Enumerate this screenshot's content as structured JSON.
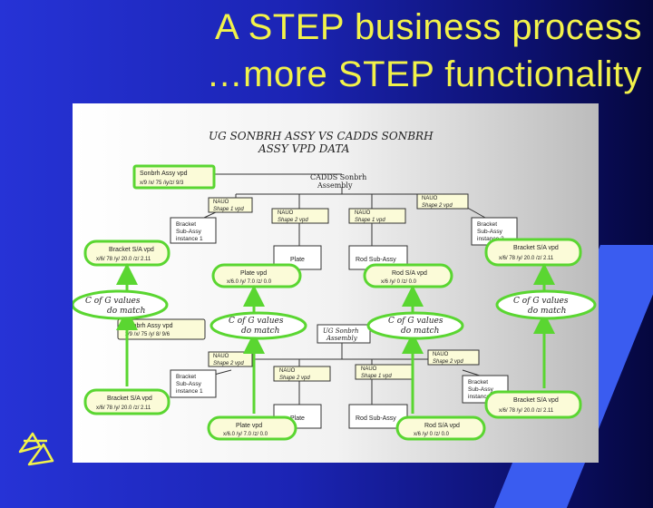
{
  "slide": {
    "title_line1": "A STEP business process",
    "title_line2": "…more STEP functionality",
    "title_color": "#f2f24a",
    "accent_green": "#5ad631",
    "node_fill": "#fbfbd8"
  },
  "diagram": {
    "heading_line1": "UG SONBRH ASSY VS CADDS SONBRH",
    "heading_line2": "ASSY VPD DATA",
    "notes": {
      "left": [
        "C of G values",
        "do match"
      ],
      "mid_left": [
        "C of G values",
        "do match"
      ],
      "mid_right": [
        "C of G values",
        "do match"
      ],
      "right": [
        "C of G values",
        "do match"
      ]
    },
    "top": {
      "assembly": [
        "CADDS Sonbrh",
        "Assembly"
      ],
      "vpd_top_left": [
        "Sonbrh Assy vpd",
        "x/9 /x/ 75 /iy/z/ 9/3"
      ],
      "bracket_subassy": [
        "Bracket",
        "Sub-Assy",
        "instance 1"
      ],
      "bracket_vpd_left": [
        "Bracket S/A vpd",
        "x/6/ 78 /y/ 20.0 /z/ 2.11"
      ],
      "plate": "Plate",
      "plate_vpd": [
        "Plate vpd",
        "x/6.0 /y/ 7.0 /z/ 0.0"
      ],
      "rod_subassy": "Rod Sub-Assy",
      "rod_vpd": [
        "Rod S/A vpd",
        "x/6 /y/ 0 /z/ 0.0"
      ],
      "bracket_subassy_right": [
        "Bracket",
        "Sub-Assy",
        "instance 2"
      ],
      "bracket_vpd_right": [
        "Bracket S/A vpd",
        "x/6/ 78 /y/ 20.0 /z/ 2.11"
      ]
    },
    "bottom": {
      "assembly": [
        "UG Sonbrh",
        "Assembly"
      ],
      "vpd_top_left": [
        "Sonbrh Assy vpd",
        "x/9 /x/ 75 /y/ 8/ 9/6"
      ],
      "bracket_subassy": [
        "Bracket",
        "Sub-Assy",
        "instance 1"
      ],
      "bracket_vpd_left": [
        "Bracket S/A vpd",
        "x/6/ 78 /y/ 20.0 /z/ 2.11"
      ],
      "plate": "Plate",
      "plate_vpd": [
        "Plate vpd",
        "x/6.0 /y/ 7.0 /z/ 0.0"
      ],
      "rod_subassy": "Rod Sub-Assy",
      "rod_vpd": [
        "Rod S/A vpd",
        "x/6 /y/ 0 /z/ 0.0"
      ],
      "bracket_subassy_right": [
        "Bracket",
        "Sub-Assy",
        "instance 2"
      ],
      "bracket_vpd_right": [
        "Bracket S/A vpd",
        "x/6/ 78 /y/ 20.0 /z/ 2.11"
      ]
    },
    "nauo": {
      "label": "NAUO",
      "shape_1": "Shape 1 vpd",
      "shape_2": "Shape 2 vpd"
    }
  }
}
